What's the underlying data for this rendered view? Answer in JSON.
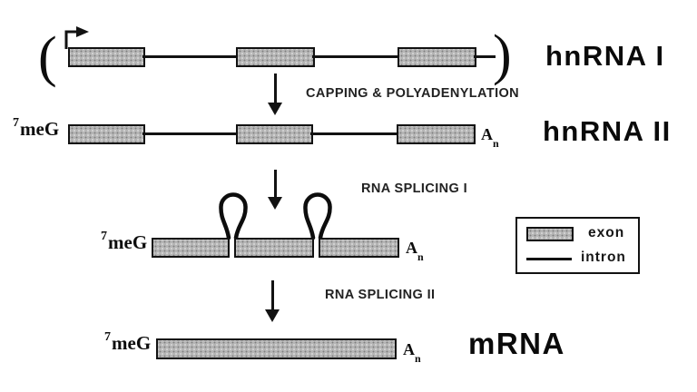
{
  "diagram": {
    "labels": {
      "hnrna1": "hnRNA I",
      "hnrna2": "hnRNA II",
      "mrna": "mRNA"
    },
    "steps": {
      "capping": "CAPPING & POLYADENYLATION",
      "splicing1": "RNA SPLICING I",
      "splicing2": "RNA SPLICING II"
    },
    "annotations": {
      "paren_open": "(",
      "paren_close": ")",
      "cap_sup": "7",
      "cap_base": "meG",
      "polya_base": "A",
      "polya_sub": "n"
    },
    "legend": {
      "exon": "exon",
      "intron": "intron"
    },
    "colors": {
      "background": "#ffffff",
      "ink": "#121212",
      "exon_fill": "#b5b5b5"
    }
  }
}
